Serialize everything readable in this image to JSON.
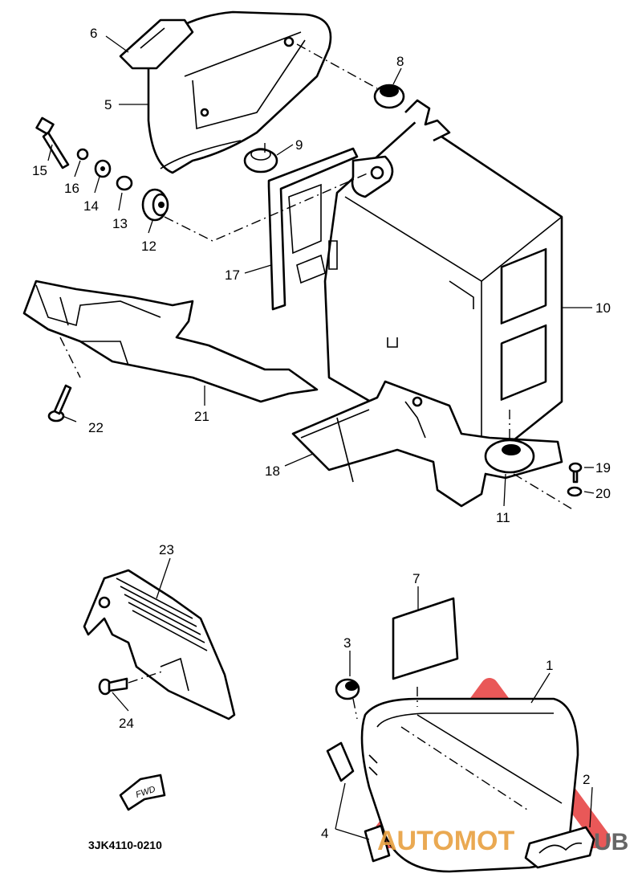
{
  "diagram": {
    "drawing_code": "3JK4110-0210",
    "fwd_label": "FWD",
    "watermark": {
      "left": "AUTOMOT",
      "right": "UB",
      "color": "#e63c3c"
    },
    "callouts": [
      "1",
      "2",
      "3",
      "4",
      "5",
      "6",
      "7",
      "8",
      "9",
      "10",
      "11",
      "12",
      "13",
      "14",
      "15",
      "16",
      "17",
      "18",
      "19",
      "20",
      "21",
      "22",
      "23",
      "24"
    ]
  }
}
